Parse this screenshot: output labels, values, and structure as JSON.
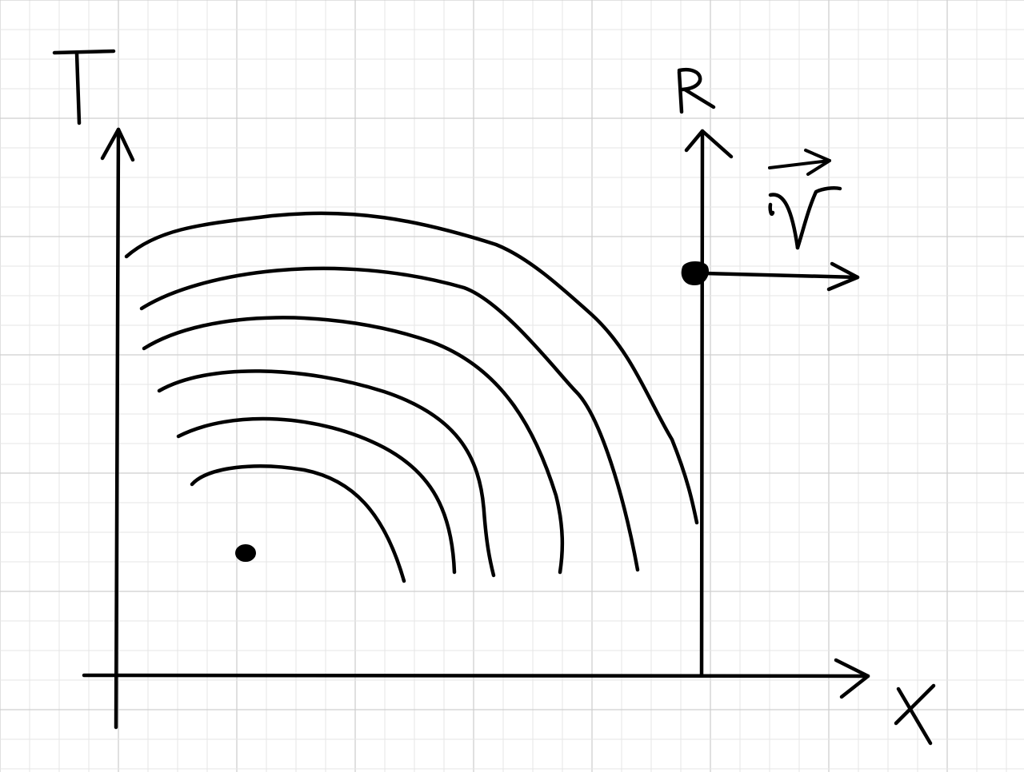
{
  "diagram": {
    "labels": {
      "t_axis": "T",
      "x_axis": "X",
      "r_axis": "R",
      "velocity": "v"
    },
    "icons": {
      "velocity_vector_arrow": "rightwards-arrow-over-v",
      "source_point": "filled-dot",
      "observer_point": "filled-dot"
    },
    "wavefront_count": 6,
    "colors": {
      "ink": "#000000",
      "paper": "#ffffff",
      "grid": "#d9d9d9"
    }
  }
}
